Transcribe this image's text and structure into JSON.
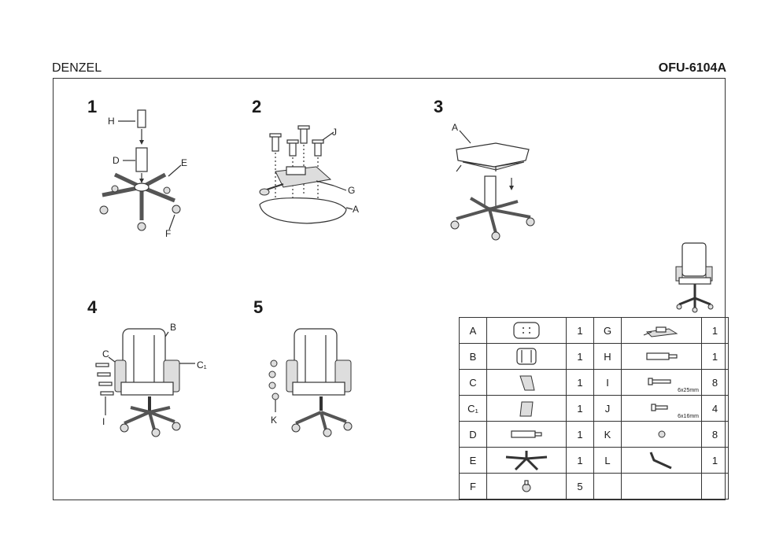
{
  "header": {
    "model_name": "DENZEL",
    "product_code": "OFU-6104A"
  },
  "steps": [
    {
      "number": "1",
      "labels": [
        "H",
        "D",
        "E",
        "F"
      ]
    },
    {
      "number": "2",
      "labels": [
        "J",
        "G",
        "A"
      ]
    },
    {
      "number": "3",
      "labels": [
        "A"
      ]
    },
    {
      "number": "4",
      "labels": [
        "B",
        "C",
        "C₁",
        "I"
      ]
    },
    {
      "number": "5",
      "labels": [
        "K"
      ]
    }
  ],
  "parts": [
    {
      "label": "A",
      "qty": "1",
      "icon": "seat-plate-icon"
    },
    {
      "label": "B",
      "qty": "1",
      "icon": "backrest-icon"
    },
    {
      "label": "C",
      "qty": "1",
      "icon": "armrest-left-icon"
    },
    {
      "label": "C₁",
      "qty": "1",
      "icon": "armrest-right-icon"
    },
    {
      "label": "D",
      "qty": "1",
      "icon": "gas-lift-icon"
    },
    {
      "label": "E",
      "qty": "1",
      "icon": "star-base-icon"
    },
    {
      "label": "F",
      "qty": "5",
      "icon": "caster-icon"
    },
    {
      "label": "G",
      "qty": "1",
      "icon": "mechanism-icon"
    },
    {
      "label": "H",
      "qty": "1",
      "icon": "gas-lift-cover-icon"
    },
    {
      "label": "I",
      "qty": "8",
      "icon": "bolt-icon",
      "size": "6x25mm"
    },
    {
      "label": "J",
      "qty": "4",
      "icon": "bolt-icon",
      "size": "6x16mm"
    },
    {
      "label": "K",
      "qty": "8",
      "icon": "cap-icon"
    },
    {
      "label": "L",
      "qty": "1",
      "icon": "allen-key-icon"
    }
  ]
}
